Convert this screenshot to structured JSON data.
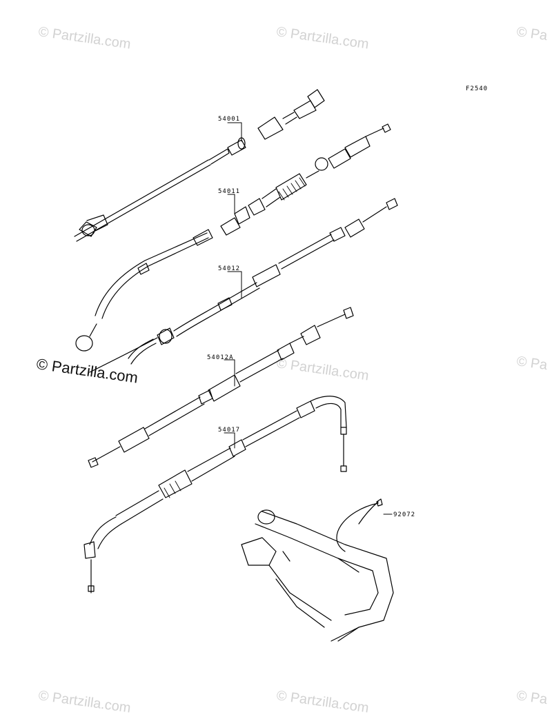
{
  "figure_code": "F2540",
  "parts": [
    {
      "number": "54001"
    },
    {
      "number": "54011"
    },
    {
      "number": "54012"
    },
    {
      "number": "54012A"
    },
    {
      "number": "54017"
    },
    {
      "number": "92072"
    }
  ],
  "watermark": {
    "text": "© Partzilla.com",
    "clipped_text": "© Pa"
  }
}
